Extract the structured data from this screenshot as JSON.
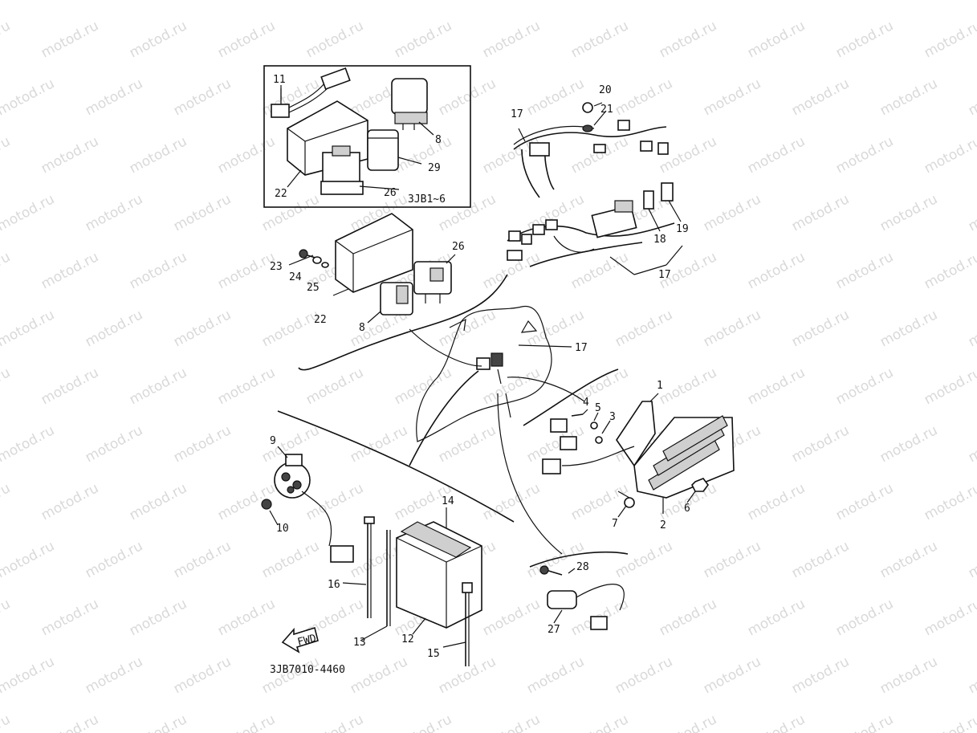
{
  "watermark": "motod.ru",
  "diagram_code": "3JB7010-4460",
  "inset_note": "3JB1~6",
  "fwd_label": "FWD",
  "callouts": {
    "c1": "1",
    "c2": "2",
    "c3": "3",
    "c4": "4",
    "c5": "5",
    "c6": "6",
    "c7": "7",
    "c8a": "8",
    "c8b": "8",
    "c9": "9",
    "c10": "10",
    "c11": "11",
    "c12": "12",
    "c13": "13",
    "c14": "14",
    "c15": "15",
    "c16": "16",
    "c17a": "17",
    "c17b": "17",
    "c17c": "17",
    "c18": "18",
    "c19": "19",
    "c20": "20",
    "c21": "21",
    "c22a": "22",
    "c22b": "22",
    "c23": "23",
    "c24": "24",
    "c25": "25",
    "c26a": "26",
    "c26b": "26",
    "c27": "27",
    "c28": "28",
    "c29": "29"
  }
}
